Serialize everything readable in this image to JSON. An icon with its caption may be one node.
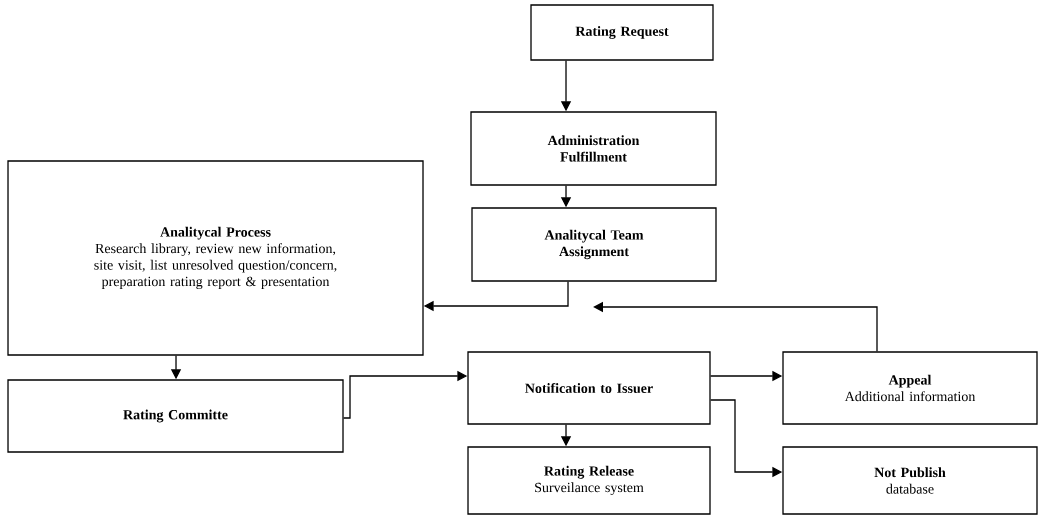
{
  "diagram": {
    "nodes": [
      {
        "text": [
          "Rating Request"
        ]
      },
      {
        "text": [
          "Administration Fulfillment"
        ]
      },
      {
        "text": [
          "Analitycal Team Assignment"
        ]
      },
      {
        "text": [
          "Analitycal Process",
          "Research library, review new information, site visit, list unresolved question/concern, preparation rating report & presentation"
        ]
      },
      {
        "text": [
          "Rating Committe"
        ]
      },
      {
        "text": [
          "Notification to Issuer"
        ]
      },
      {
        "text": [
          "Appeal",
          "Additional information"
        ]
      },
      {
        "text": [
          "Rating Release",
          "Surveilance system"
        ]
      },
      {
        "text": [
          "Not Publish",
          "database"
        ]
      }
    ],
    "edges": [
      {
        "from": 0,
        "to": 1,
        "arrow": "to"
      },
      {
        "from": 1,
        "to": 2,
        "arrow": "to"
      },
      {
        "from": 2,
        "to": 3,
        "arrow": "to"
      },
      {
        "from": 3,
        "to": 4,
        "arrow": "to"
      },
      {
        "from": 4,
        "to": 5,
        "arrow": "to"
      },
      {
        "from": 5,
        "to": 6,
        "arrow": "to"
      },
      {
        "from": 5,
        "to": 7,
        "arrow": "to"
      },
      {
        "from": 5,
        "to": 8,
        "arrow": "to"
      },
      {
        "from": 6,
        "to": null,
        "arrow": "to"
      }
    ]
  }
}
